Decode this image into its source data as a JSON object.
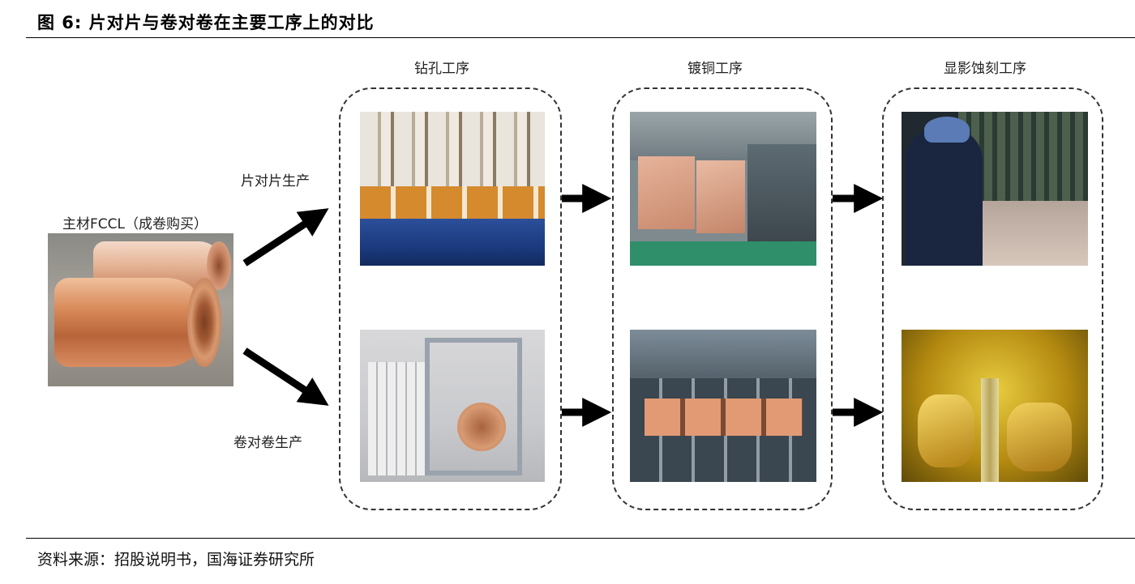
{
  "title": "图 6:  片对片与卷对卷在主要工序上的对比",
  "source": "资料来源：招股说明书，国海证券研究所",
  "main_material": {
    "label": "主材FCCL（成卷购买）"
  },
  "routes": {
    "sheet": "片对片生产",
    "roll": "卷对卷生产"
  },
  "stages": [
    {
      "label": "钻孔工序"
    },
    {
      "label": "镀铜工序"
    },
    {
      "label": "显影蚀刻工序"
    }
  ],
  "colors": {
    "arrow": "#000000",
    "copper": "#d88a5a",
    "rule": "#000000"
  }
}
